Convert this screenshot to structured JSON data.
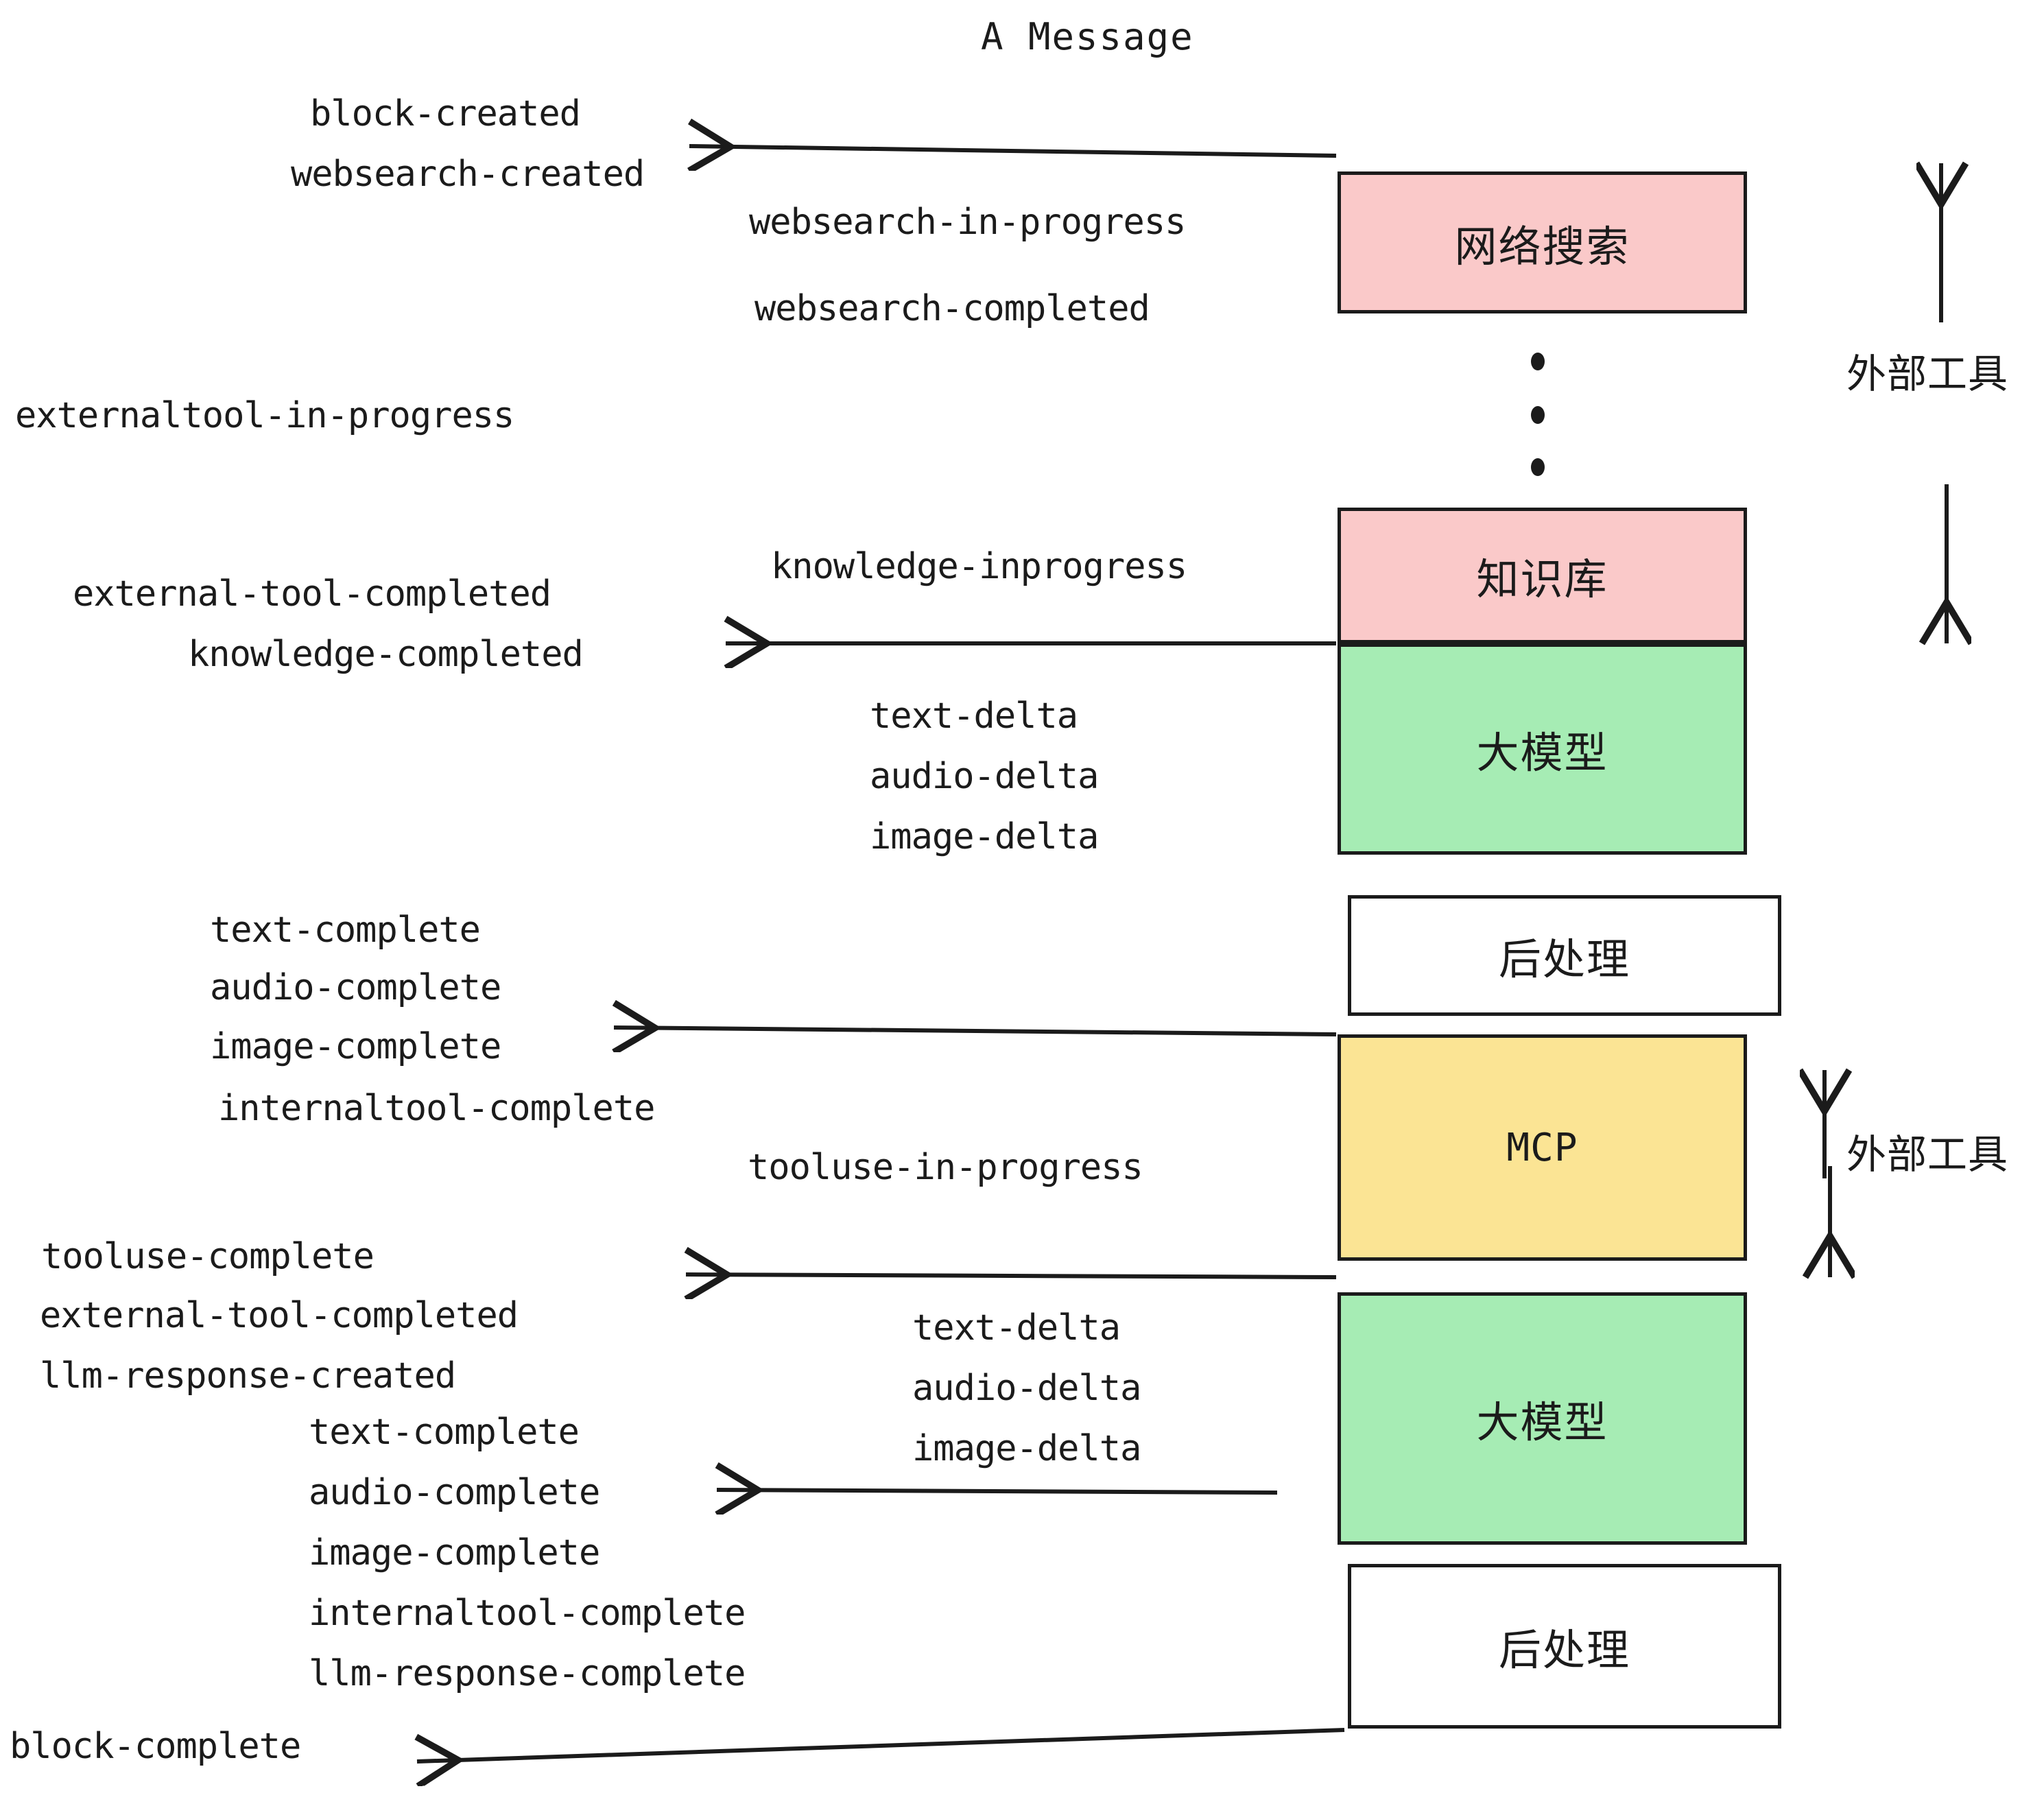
{
  "title": "A Message",
  "boxes": [
    {
      "id": "websearch",
      "label": "网络搜索",
      "color": "#fac9c9"
    },
    {
      "id": "knowledge",
      "label": "知识库",
      "color": "#fac9c9"
    },
    {
      "id": "llm1",
      "label": "大模型",
      "color": "#a6ecb4"
    },
    {
      "id": "post1",
      "label": "后处理",
      "color": "#ffffff"
    },
    {
      "id": "mcp",
      "label": "MCP",
      "color": "#fbe494"
    },
    {
      "id": "llm2",
      "label": "大模型",
      "color": "#a6ecb4"
    },
    {
      "id": "post2",
      "label": "后处理",
      "color": "#ffffff"
    }
  ],
  "side_labels": [
    {
      "id": "external-tools-top",
      "label": "外部工具"
    },
    {
      "id": "external-tools-bottom",
      "label": "外部工具"
    }
  ],
  "events": [
    {
      "id": "block-created",
      "label": "block-created"
    },
    {
      "id": "websearch-created",
      "label": "websearch-created"
    },
    {
      "id": "websearch-in-progress",
      "label": "websearch-in-progress"
    },
    {
      "id": "websearch-completed",
      "label": "websearch-completed"
    },
    {
      "id": "externaltool-in-progress",
      "label": "externaltool-in-progress"
    },
    {
      "id": "knowledge-inprogress",
      "label": "knowledge-inprogress"
    },
    {
      "id": "external-tool-completed-1",
      "label": "external-tool-completed"
    },
    {
      "id": "knowledge-completed",
      "label": "knowledge-completed"
    },
    {
      "id": "text-delta-1",
      "label": "text-delta"
    },
    {
      "id": "audio-delta-1",
      "label": "audio-delta"
    },
    {
      "id": "image-delta-1",
      "label": "image-delta"
    },
    {
      "id": "text-complete-1",
      "label": "text-complete"
    },
    {
      "id": "audio-complete-1",
      "label": "audio-complete"
    },
    {
      "id": "image-complete-1",
      "label": "image-complete"
    },
    {
      "id": "internaltool-complete-1",
      "label": "internaltool-complete"
    },
    {
      "id": "tooluse-in-progress",
      "label": "tooluse-in-progress"
    },
    {
      "id": "tooluse-complete",
      "label": "tooluse-complete"
    },
    {
      "id": "external-tool-completed-2",
      "label": "external-tool-completed"
    },
    {
      "id": "llm-response-created",
      "label": "llm-response-created"
    },
    {
      "id": "text-delta-2",
      "label": "text-delta"
    },
    {
      "id": "audio-delta-2",
      "label": "audio-delta"
    },
    {
      "id": "image-delta-2",
      "label": "image-delta"
    },
    {
      "id": "text-complete-2",
      "label": "text-complete"
    },
    {
      "id": "audio-complete-2",
      "label": "audio-complete"
    },
    {
      "id": "image-complete-2",
      "label": "image-complete"
    },
    {
      "id": "internaltool-complete-2",
      "label": "internaltool-complete"
    },
    {
      "id": "llm-response-complete",
      "label": "llm-response-complete"
    },
    {
      "id": "block-complete",
      "label": "block-complete"
    }
  ],
  "colors": {
    "stroke": "#1b1b1b",
    "pink": "#fac9c9",
    "green": "#a6ecb4",
    "yellow": "#fbe494",
    "white": "#ffffff"
  }
}
